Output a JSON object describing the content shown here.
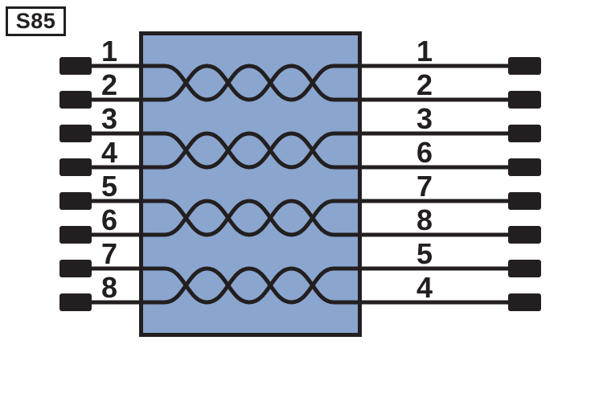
{
  "badge": {
    "label": "S85"
  },
  "colors": {
    "wire": "#231F20",
    "box_fill": "#8AA5CE",
    "box_stroke": "#231F20",
    "connector": "#231F20",
    "label_text": "#231F20",
    "background": "#FFFFFF"
  },
  "left_pins": [
    "1",
    "2",
    "3",
    "4",
    "5",
    "6",
    "7",
    "8"
  ],
  "right_pins": [
    "1",
    "2",
    "3",
    "6",
    "7",
    "8",
    "5",
    "4"
  ],
  "pairs": [
    {
      "rows": [
        1,
        2
      ]
    },
    {
      "rows": [
        3,
        4
      ]
    },
    {
      "rows": [
        5,
        6
      ]
    },
    {
      "rows": [
        7,
        8
      ]
    }
  ],
  "crossings_per_pair": 4
}
